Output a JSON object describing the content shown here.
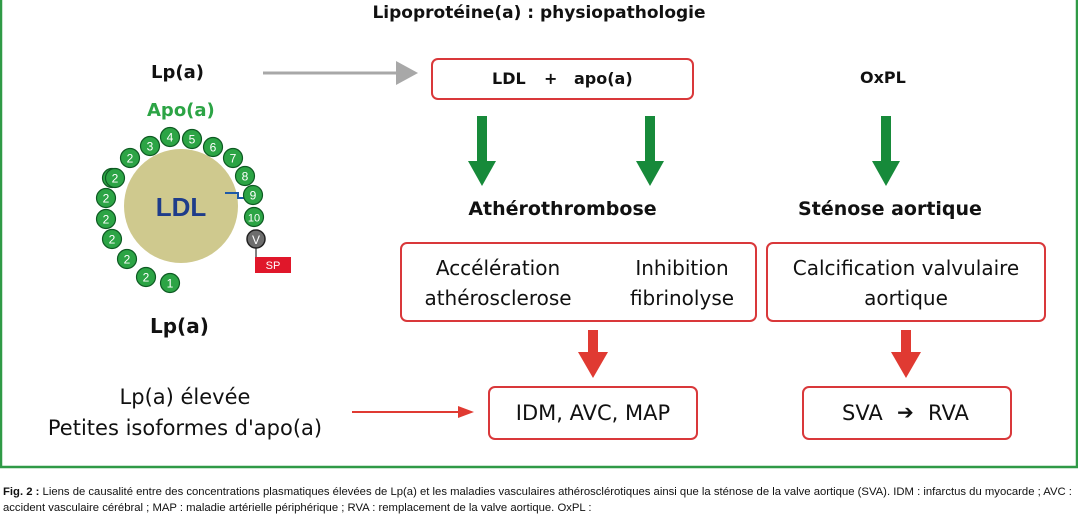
{
  "title": "Lipoprotéine(a) : physiopathologie",
  "left": {
    "lpa_top": "Lp(a)",
    "apoa_label": "Apo(a)",
    "ldl_label": "LDL",
    "kringles": [
      "1",
      "2",
      "2",
      "2",
      "2",
      "2",
      "2",
      "2",
      "2",
      "3",
      "4",
      "5",
      "6",
      "7",
      "8",
      "9",
      "10"
    ],
    "v_label": "V",
    "sp_label": "SP",
    "lpa_bottom": "Lp(a)",
    "lpa_elevee": "Lp(a) élevée",
    "isoformes": "Petites isoformes d'apo(a)"
  },
  "boxes": {
    "ldl_apoa": {
      "part1": "LDL",
      "plus": "+",
      "part2": "apo(a)"
    },
    "oxpl": "OxPL",
    "atherothrombose": "Athérothrombose",
    "stenose": "Sténose aortique",
    "acceleration": {
      "line1": "Accélération",
      "line2": "athérosclerose"
    },
    "inhibition": {
      "line1": "Inhibition",
      "line2": "fibrinolyse"
    },
    "calcification": {
      "line1": "Calcification valvulaire",
      "line2": "aortique"
    },
    "idm": "IDM, AVC, MAP",
    "sva": "SVA",
    "arrow_sym": "➔",
    "rva": "RVA"
  },
  "colors": {
    "frame": "#2f9a46",
    "green_arrow": "#178a3a",
    "red_arrow": "#e03a32",
    "box_border": "#d9383a",
    "gray_arrow": "#a8a8a8",
    "ldl_fill": "#cfc98e",
    "ldl_text": "#1e3c8a",
    "kringle": "#2ca445",
    "apoa_text": "#2ca445",
    "sp_fill": "#e0172a",
    "v_fill": "#6d6d6d"
  },
  "caption": {
    "fig": "Fig. 2 :",
    "text": "Liens de causalité entre des concentrations plasmatiques élevées de Lp(a) et les maladies vasculaires athérosclérotiques ainsi que la sténose de la valve aortique (SVA). IDM : infarctus du myocarde ; AVC : accident vasculaire cérébral ; MAP : maladie artérielle périphérique ; RVA : remplacement de la valve aortique. OxPL :"
  }
}
